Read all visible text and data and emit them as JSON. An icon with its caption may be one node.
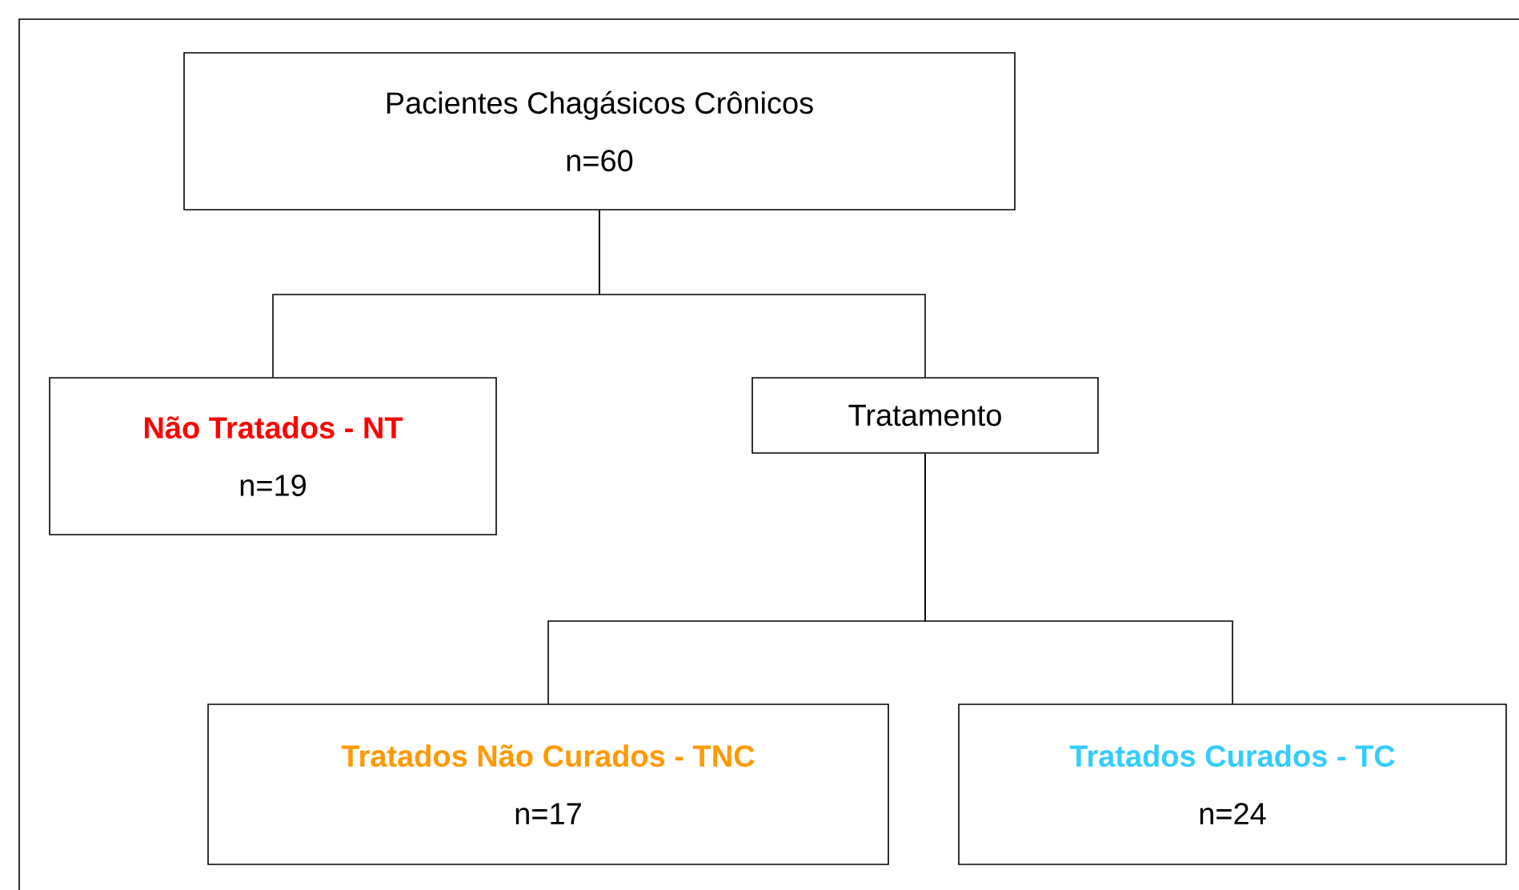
{
  "diagram": {
    "nodes": [
      {
        "text": [
          "Pacientes Chagásicos Crônicos",
          "n=60"
        ]
      },
      {
        "text": [
          "Não Tratados - NT",
          "n=19"
        ]
      },
      {
        "text": [
          "Tratamento"
        ]
      },
      {
        "text": [
          "Tratados Não Curados - TNC",
          "n=17"
        ]
      },
      {
        "text": [
          "Tratados Curados - TC",
          "n=24"
        ]
      }
    ],
    "edges": [
      {
        "from": 0,
        "to": 1,
        "arrow": "none"
      },
      {
        "from": 0,
        "to": 2,
        "arrow": "none"
      },
      {
        "from": 2,
        "to": 3,
        "arrow": "none"
      },
      {
        "from": 2,
        "to": 4,
        "arrow": "none"
      }
    ]
  }
}
